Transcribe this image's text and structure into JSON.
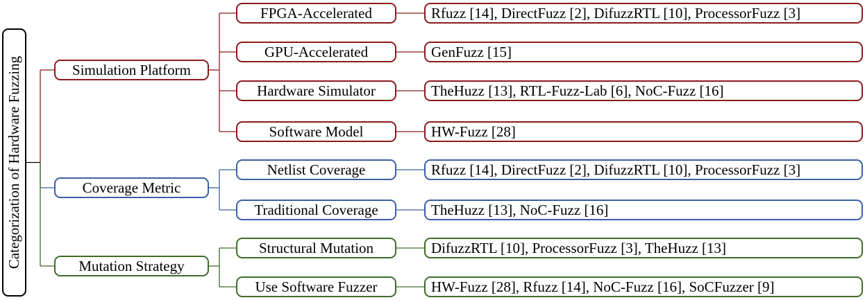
{
  "colors": {
    "root": "#000000",
    "simulation": "#8b1a1a",
    "coverage": "#3a5fa8",
    "mutation": "#3e6b2a"
  },
  "root": {
    "label": "Categorization of Hardware Fuzzing"
  },
  "categories": [
    {
      "label": "Simulation Platform",
      "color_key": "simulation",
      "subcategories": [
        {
          "label": "FPGA-Accelerated",
          "works": "Rfuzz [14], DirectFuzz [2], DifuzzRTL [10], ProcessorFuzz [3]"
        },
        {
          "label": "GPU-Accelerated",
          "works": "GenFuzz [15]"
        },
        {
          "label": "Hardware Simulator",
          "works": "TheHuzz [13], RTL-Fuzz-Lab [6], NoC-Fuzz [16]"
        },
        {
          "label": "Software Model",
          "works": "HW-Fuzz [28]"
        }
      ]
    },
    {
      "label": "Coverage Metric",
      "color_key": "coverage",
      "subcategories": [
        {
          "label": "Netlist Coverage",
          "works": "Rfuzz [14], DirectFuzz [2], DifuzzRTL [10], ProcessorFuzz [3]"
        },
        {
          "label": "Traditional Coverage",
          "works": "TheHuzz [13], NoC-Fuzz [16]"
        }
      ]
    },
    {
      "label": "Mutation Strategy",
      "color_key": "mutation",
      "subcategories": [
        {
          "label": "Structural Mutation",
          "works": "DifuzzRTL [10], ProcessorFuzz [3], TheHuzz [13]"
        },
        {
          "label": "Use Software Fuzzer",
          "works": "HW-Fuzz [28], Rfuzz [14], NoC-Fuzz [16], SoCFuzzer [9]"
        }
      ]
    }
  ]
}
